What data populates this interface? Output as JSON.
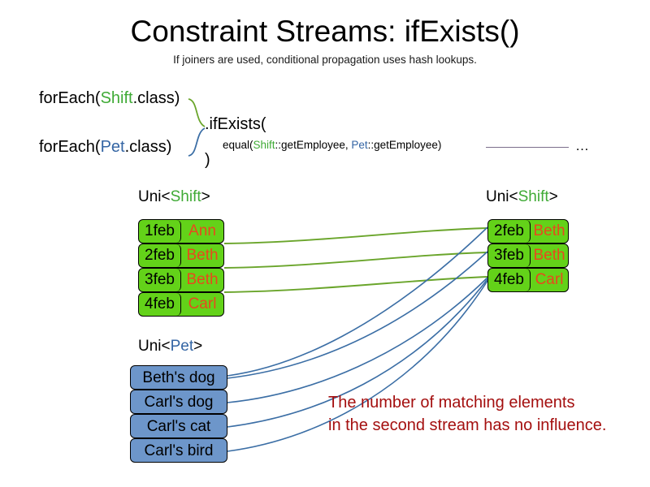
{
  "slide": {
    "title": "Constraint Streams: ifExists()",
    "subtitle": "If joiners are used, conditional propagation uses hash lookups."
  },
  "code": {
    "foreach_shift": {
      "prefix": "forEach(",
      "type": "Shift",
      "suffix": ".class)"
    },
    "foreach_pet": {
      "prefix": "forEach(",
      "type": "Pet",
      "suffix": ".class)"
    },
    "if_exists": ".ifExists(",
    "close_paren": ")",
    "equal": {
      "prefix": "equal(",
      "left_type": "Shift",
      "left_ref": "::getEmployee, ",
      "right_type": "Pet",
      "right_ref": "::getEmployee)"
    },
    "ellipsis": "…"
  },
  "streams": {
    "left_shift": {
      "label_prefix": "Uni<",
      "label_type": "Shift",
      "label_suffix": ">",
      "rows": [
        {
          "date": "1feb",
          "name": "Ann"
        },
        {
          "date": "2feb",
          "name": "Beth"
        },
        {
          "date": "3feb",
          "name": "Beth"
        },
        {
          "date": "4feb",
          "name": "Carl"
        }
      ]
    },
    "right_shift": {
      "label_prefix": "Uni<",
      "label_type": "Shift",
      "label_suffix": ">",
      "rows": [
        {
          "date": "2feb",
          "name": "Beth"
        },
        {
          "date": "3feb",
          "name": "Beth"
        },
        {
          "date": "4feb",
          "name": "Carl"
        }
      ]
    },
    "pet": {
      "label_prefix": "Uni<",
      "label_type": "Pet",
      "label_suffix": ">",
      "rows": [
        {
          "text": "Beth's dog"
        },
        {
          "text": "Carl's dog"
        },
        {
          "text": "Carl's cat"
        },
        {
          "text": "Carl's bird"
        }
      ]
    }
  },
  "annotation": {
    "line1": "The number of matching elements",
    "line2": "in the second stream has no influence."
  },
  "colors": {
    "shift_green": "#3faa35",
    "pet_blue": "#3465a4",
    "box_green_fill": "#63d219",
    "box_blue_fill": "#6d96ca",
    "name_orange": "#e8491d",
    "annotation_red": "#a40f0f",
    "connector_green": "#6aa52b",
    "connector_blue": "#3b6ea5",
    "trailing_line": "#7c6f8c"
  }
}
